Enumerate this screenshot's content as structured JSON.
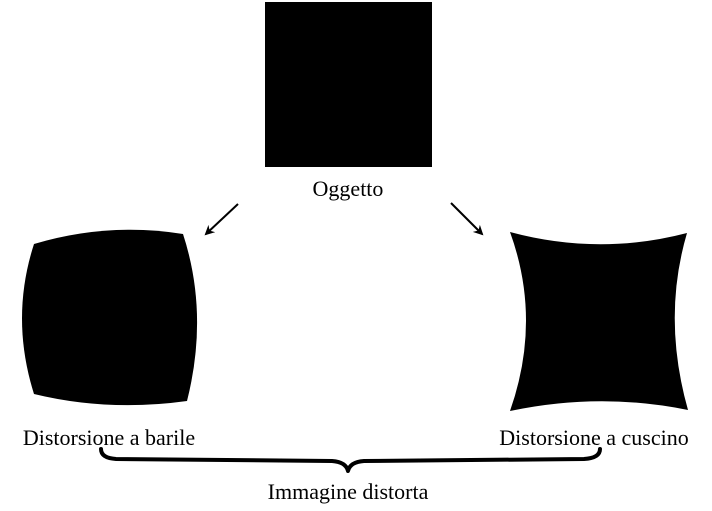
{
  "labels": {
    "object": "Oggetto",
    "barrel": "Distorsione a barile",
    "pincushion": "Distorsione a cuscino",
    "distorted_image": "Immagine distorta"
  },
  "colors": {
    "shape_fill": "#000000",
    "background": "#ffffff"
  }
}
